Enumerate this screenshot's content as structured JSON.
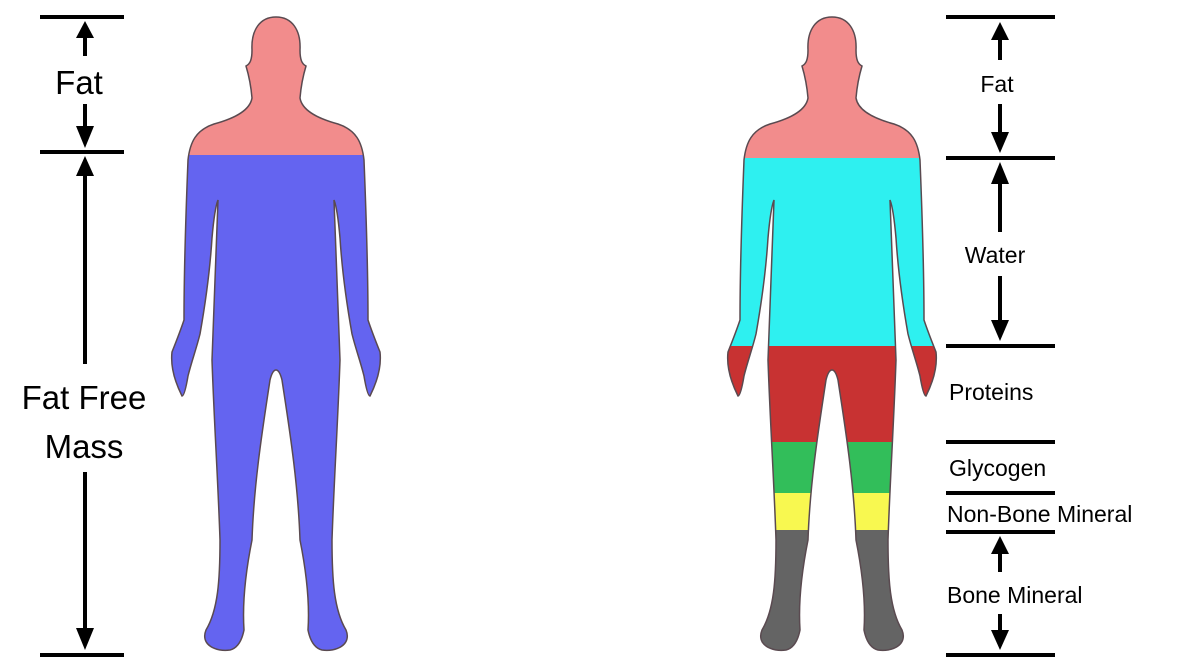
{
  "colors": {
    "fat": "#f28c8c",
    "fat_free_mass": "#6464f0",
    "water": "#2ef0f0",
    "proteins": "#c83232",
    "glycogen": "#32be5a",
    "non_bone_mineral": "#f8f850",
    "bone_mineral": "#646464",
    "outline": "#5a4a50",
    "lines": "#000000"
  },
  "left_model": {
    "labels": {
      "fat": "Fat",
      "fat_free_line1": "Fat Free",
      "fat_free_line2": "Mass"
    }
  },
  "right_model": {
    "labels": {
      "fat": "Fat",
      "water": "Water",
      "proteins": "Proteins",
      "glycogen": "Glycogen",
      "non_bone_mineral": "Non-Bone Mineral",
      "bone_mineral": "Bone Mineral"
    }
  }
}
